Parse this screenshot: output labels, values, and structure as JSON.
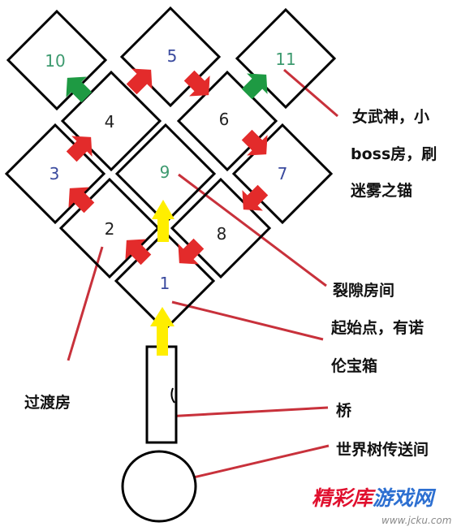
{
  "colors": {
    "outline": "#000000",
    "arrow_red": "#e32b2b",
    "arrow_green": "#1e9a43",
    "arrow_yellow": "#ffee00",
    "line_red": "#c8313b",
    "num_blue": "#3a4a9e",
    "num_green": "#3d9a6f",
    "num_black": "#222222",
    "wm_red": "#e0102e",
    "wm_blue": "#2c6fd1",
    "wm_url": "#8a8a8a"
  },
  "rooms": [
    {
      "id": "1",
      "label": "1",
      "color": "blue"
    },
    {
      "id": "2",
      "label": "2",
      "color": "black"
    },
    {
      "id": "3",
      "label": "3",
      "color": "blue"
    },
    {
      "id": "4",
      "label": "4",
      "color": "black"
    },
    {
      "id": "5",
      "label": "5",
      "color": "blue"
    },
    {
      "id": "6",
      "label": "6",
      "color": "black"
    },
    {
      "id": "7",
      "label": "7",
      "color": "blue"
    },
    {
      "id": "8",
      "label": "8",
      "color": "black"
    },
    {
      "id": "9",
      "label": "9",
      "color": "green"
    },
    {
      "id": "10",
      "label": "10",
      "color": "green"
    },
    {
      "id": "11",
      "label": "11",
      "color": "green"
    }
  ],
  "annotations": {
    "valkyrie": [
      "女武神，小",
      "boss房，刷",
      "迷雾之锚"
    ],
    "rift": "裂隙房间",
    "start": [
      "起始点，有诺",
      "伦宝箱"
    ],
    "transition": "过渡房",
    "bridge": "桥",
    "world_tree": "世界树传送间"
  },
  "watermark": {
    "part1": "精彩库",
    "part2": "游戏网",
    "url": "www.jcku.com"
  }
}
